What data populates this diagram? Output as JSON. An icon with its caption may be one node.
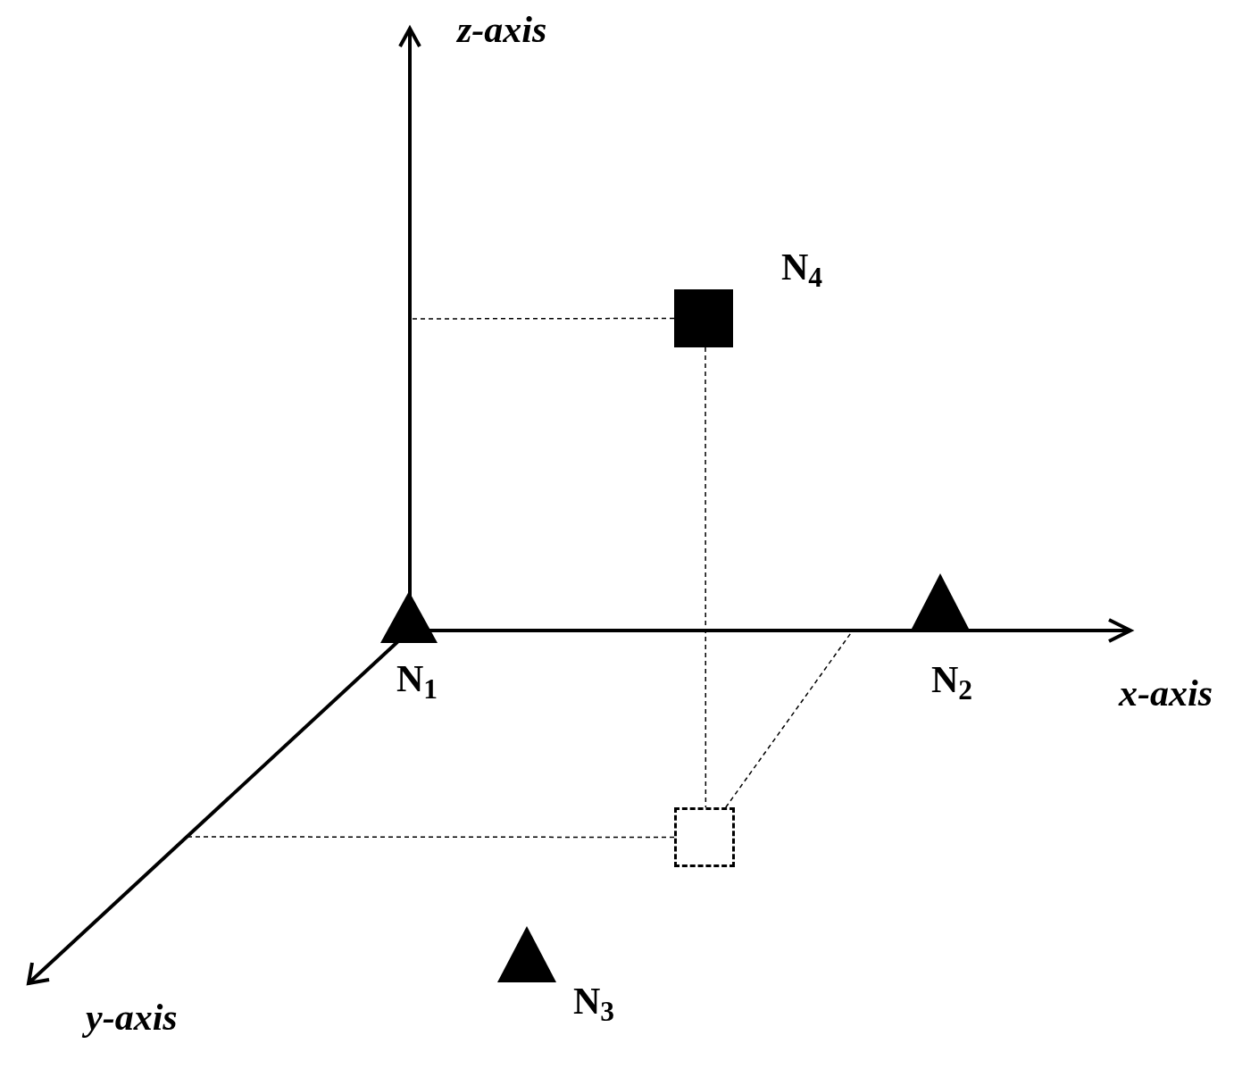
{
  "diagram": {
    "nodes": [
      {
        "text": [
          "N$_{1}$"
        ]
      },
      {
        "text": [
          "N$_{2}$"
        ]
      },
      {
        "text": [
          "N$_{3}$"
        ]
      },
      {
        "text": [
          "N$_{4}$"
        ]
      },
      {
        "text": [],
        "shape": "box"
      }
    ],
    "edges": [
      {
        "from": 3,
        "to": 4,
        "arrow": "none",
        "style": "dashed"
      },
      {
        "from": 3,
        "to": null,
        "arrow": "none",
        "style": "dashed"
      },
      {
        "from": 4,
        "to": null,
        "arrow": "none",
        "style": "dashed"
      },
      {
        "from": 4,
        "to": null,
        "arrow": "none",
        "style": "dashed"
      }
    ],
    "labels": [
      "z-axis",
      "x-axis",
      "y-axis"
    ]
  }
}
